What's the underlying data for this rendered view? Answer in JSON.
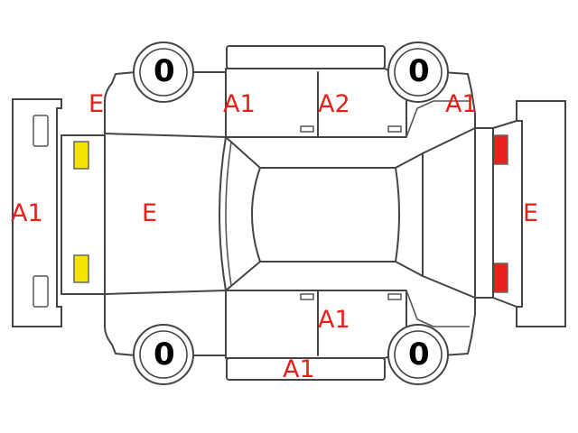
{
  "colors": {
    "marker_text": "#e8201a",
    "outline": "#444444",
    "front_lamp": "#f5e400",
    "rear_lamp": "#e8201a"
  },
  "tires": {
    "top_left": "0",
    "top_right": "0",
    "bottom_left": "0",
    "bottom_right": "0"
  },
  "markers": {
    "front_left_fender": "E",
    "front_left_door": "A1",
    "rear_left_door": "A2",
    "rear_left_quarter": "A1",
    "front_bumper": "A1",
    "hood": "E",
    "rear_panel": "E",
    "right_doors": "A1",
    "right_rocker": "A1"
  }
}
